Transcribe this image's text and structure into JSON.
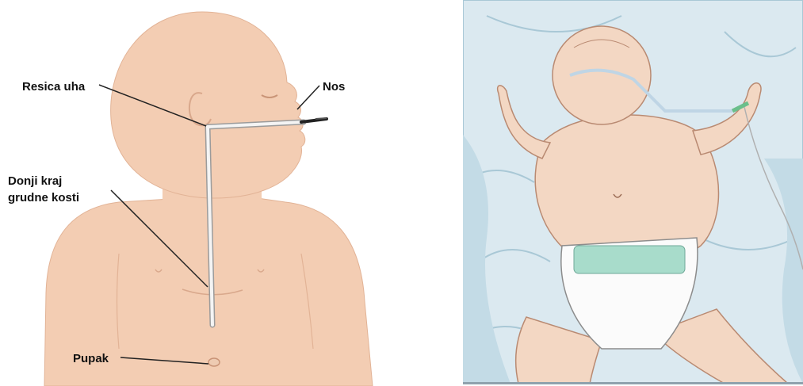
{
  "labels": {
    "earlobe": "Resica uha",
    "nose": "Nos",
    "sternum_line1": "Donji kraj",
    "sternum_line2": "grudne kosti",
    "navel": "Pupak"
  },
  "colors": {
    "skin": "#f3cdb3",
    "skin_outline": "#d9a88c",
    "tube": "#f4f4f4",
    "blanket": "#cfe1ea",
    "blanket_shadow": "#9fc0d0",
    "diaper": "#fbfbfb",
    "diaper_band": "#a8dccb",
    "frame_bottom": "#8fa2ad"
  }
}
